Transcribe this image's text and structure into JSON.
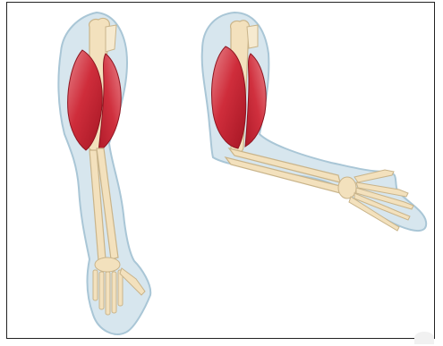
{
  "figure": {
    "panels": [
      {
        "name": "extended-arm",
        "state": "arm straight, biceps relaxed"
      },
      {
        "name": "flexed-arm",
        "state": "elbow bent, biceps contracted"
      }
    ],
    "colors": {
      "bone": "#f3e1bd",
      "bone_outline": "#c9b48a",
      "muscle_dark": "#c21f2f",
      "muscle_light": "#e88a8f",
      "skin_halo": "#c9dde8",
      "skin_halo_edge": "#a9c6d6",
      "border": "#222222"
    }
  }
}
